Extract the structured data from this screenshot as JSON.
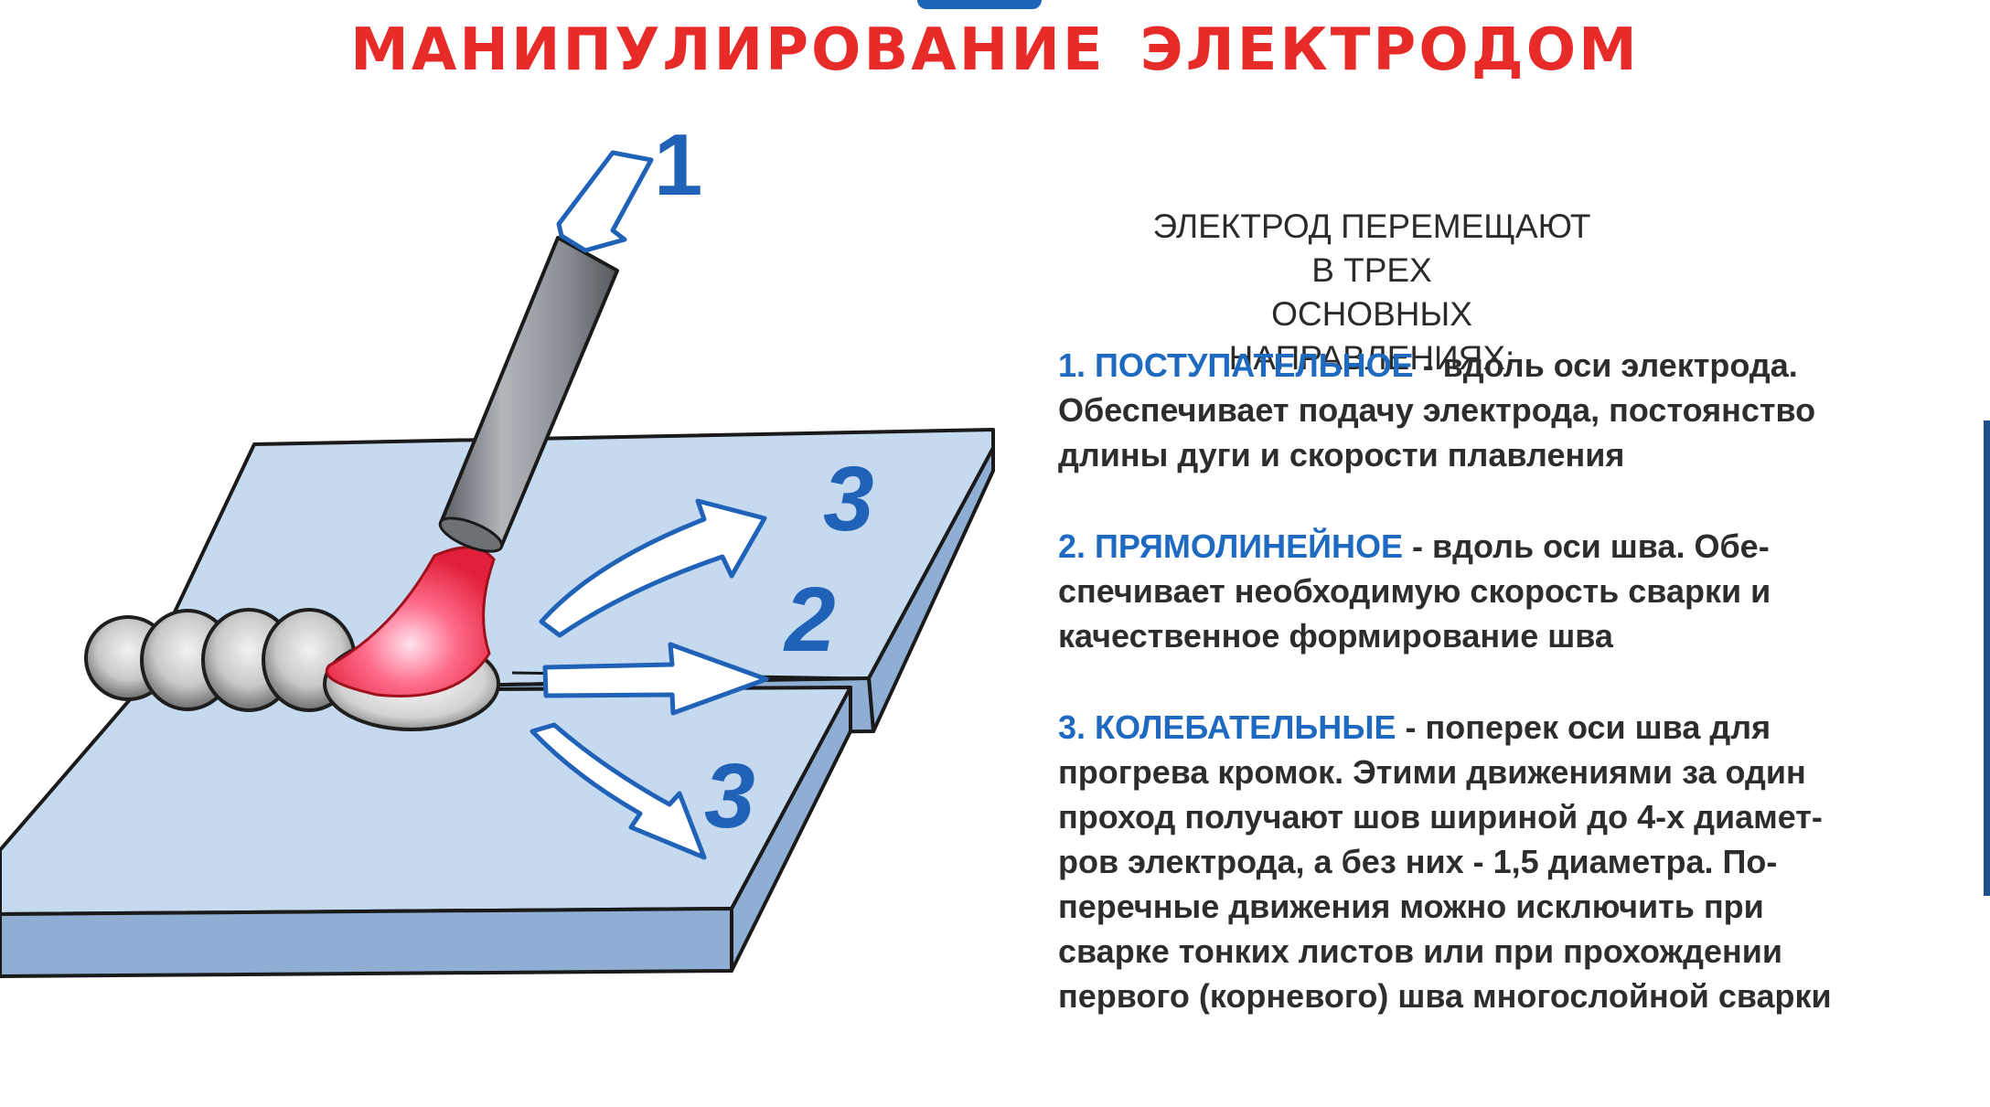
{
  "title": {
    "word1": "МАНИПУЛИРОВАНИЕ",
    "word2": "ЭЛЕКТРОДОМ"
  },
  "heading": {
    "line1": "ЭЛЕКТРОД ПЕРЕМЕЩАЮТ В ТРЕХ",
    "line2": "ОСНОВНЫХ НАПРАВЛЕНИЯХ:"
  },
  "directions": [
    {
      "term": "1. ПОСТУПАТЕЛЬНОЕ",
      "lines": [
        " - вдоль оси электрода.",
        "Обеспечивает подачу электрода, постоянство",
        "длины дуги и скорости плавления"
      ]
    },
    {
      "term": "2. ПРЯМОЛИНЕЙНОЕ",
      "lines": [
        " - вдоль оси шва. Обе-",
        "спечивает необходимую скорость сварки и",
        "качественное формирование шва"
      ]
    },
    {
      "term": "3. КОЛЕБАТЕЛЬНЫЕ",
      "lines": [
        " - поперек оси шва для",
        "прогрева кромок.  Этими движениями за один",
        "проход получают шов шириной до 4-х диамет-",
        "ров электрода, а без них - 1,5 диаметра. По-",
        "перечные движения можно исключить при",
        "сварке тонких листов или при прохождении",
        "первого (корневого) шва многослойной сварки"
      ]
    }
  ],
  "diagram_labels": {
    "axial": "1",
    "weave_upper": "3",
    "along_seam": "2",
    "weave_lower": "3"
  },
  "colors": {
    "title": "#e62b28",
    "term": "#1f6ac1",
    "plate": "#c5d9ef",
    "arrow_label": "#1f62b8",
    "text": "#2d2d2d"
  }
}
